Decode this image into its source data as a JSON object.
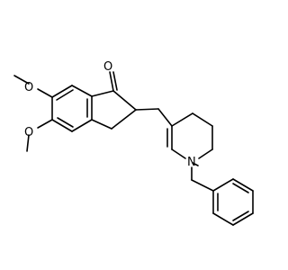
{
  "atoms": {
    "ketone_oxygen": "O",
    "methoxy_oxygen_upper": "O",
    "methoxy_oxygen_lower": "O",
    "ring_nitrogen": "N"
  }
}
